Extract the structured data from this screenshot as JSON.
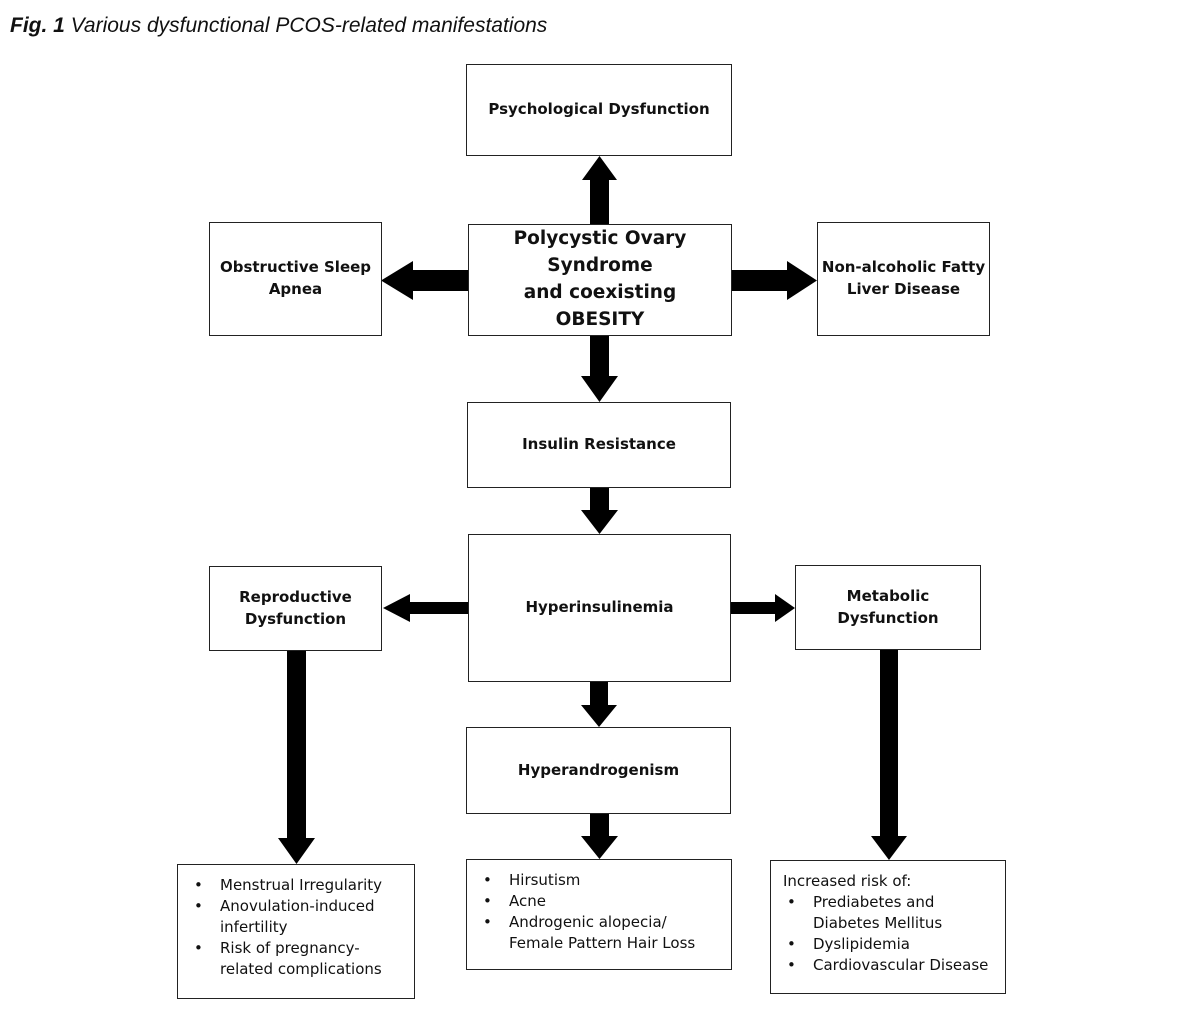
{
  "caption": {
    "label": "Fig. 1",
    "title": "Various dysfunctional PCOS-related manifestations"
  },
  "nodes": {
    "psychological": "Psychological Dysfunction",
    "pcos_line1": "Polycystic Ovary Syndrome",
    "pcos_line2": "and coexisting",
    "pcos_line3": "OBESITY",
    "osa_line1": "Obstructive Sleep",
    "osa_line2": "Apnea",
    "nafld_line1": "Non-alcoholic Fatty",
    "nafld_line2": "Liver Disease",
    "insulin_resistance": "Insulin Resistance",
    "hyperinsulinemia": "Hyperinsulinemia",
    "reproductive_line1": "Reproductive",
    "reproductive_line2": "Dysfunction",
    "metabolic_line1": "Metabolic",
    "metabolic_line2": "Dysfunction",
    "hyperandrogenism": "Hyperandrogenism"
  },
  "lists": {
    "reproductive": [
      "Menstrual Irregularity",
      "Anovulation-induced infertility",
      "Risk of pregnancy-related complications"
    ],
    "hyperandrogenism": [
      "Hirsutism",
      "Acne",
      "Androgenic alopecia/ Female Pattern Hair Loss"
    ],
    "metabolic_intro": "Increased risk of:",
    "metabolic": [
      "Prediabetes and Diabetes Mellitus",
      "Dyslipidemia",
      "Cardiovascular Disease"
    ]
  }
}
